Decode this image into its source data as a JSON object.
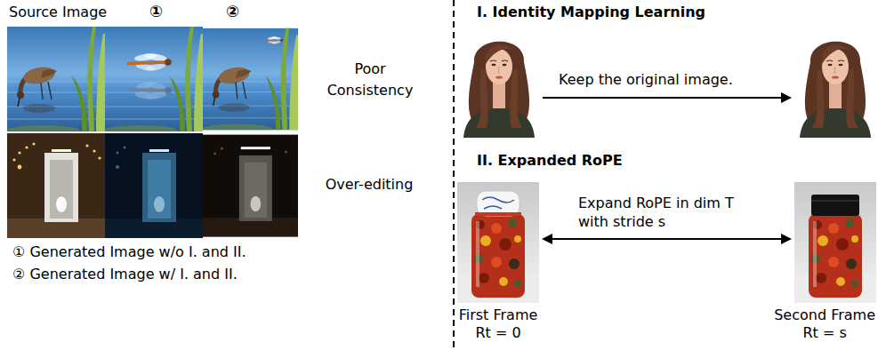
{
  "diagram": {
    "nodes": [
      {
        "text": [
          "First Frame",
          "Rt = 0"
        ]
      },
      {
        "text": [
          "Second Frame",
          "Rt = s"
        ]
      }
    ],
    "edges": [
      {
        "from": 0,
        "to": 1,
        "label": "Expand RoPE in dim T with stride s",
        "arrow": "both"
      }
    ],
    "labels": [
      "Source Image",
      "①",
      "②",
      "Poor Consistency",
      "Over-editing",
      "① Generated Image w/o I. and II.",
      "② Generated Image w/ I. and II.",
      "I. Identity Mapping Learning",
      "Keep the original image.",
      "II. Expanded RoPE"
    ]
  }
}
